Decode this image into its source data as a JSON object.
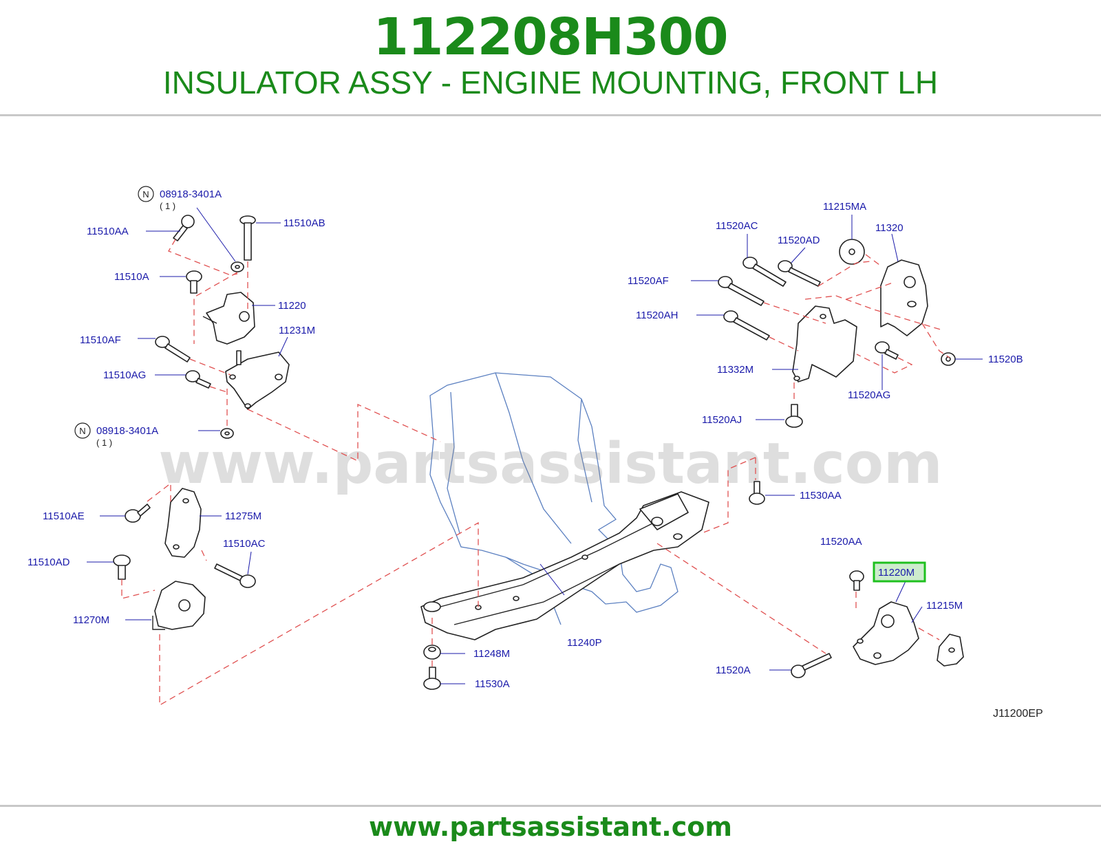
{
  "header": {
    "part_number": "112208H300",
    "part_name": "INSULATOR ASSY - ENGINE MOUNTING, FRONT LH"
  },
  "diagram": {
    "code": "J11200EP",
    "watermark": "www.partsassistant.com",
    "note_symbol": "N",
    "callouts": {
      "c_08918_3401A_top": "08918-3401A",
      "c_qty_top": "( 1 )",
      "c_11510AA": "11510AA",
      "c_11510AB": "11510AB",
      "c_11510A": "11510A",
      "c_11220": "11220",
      "c_11231M": "11231M",
      "c_11510AF": "11510AF",
      "c_11510AG": "11510AG",
      "c_08918_3401A_bottom": "08918-3401A",
      "c_qty_bottom": "( 1 )",
      "c_11510AE": "11510AE",
      "c_11275M": "11275M",
      "c_11510AC": "11510AC",
      "c_11510AD": "11510AD",
      "c_11270M": "11270M",
      "c_11215MA": "11215MA",
      "c_11320": "11320",
      "c_11520AC": "11520AC",
      "c_11520AD": "11520AD",
      "c_11520AF": "11520AF",
      "c_11520AH": "11520AH",
      "c_11332M": "11332M",
      "c_11520B": "11520B",
      "c_11520AG": "11520AG",
      "c_11520AJ": "11520AJ",
      "c_11530AA": "11530AA",
      "c_11520AA": "11520AA",
      "c_11220M": "11220M",
      "c_11215M": "11215M",
      "c_11240P": "11240P",
      "c_11248M": "11248M",
      "c_11530A": "11530A",
      "c_11520A": "11520A"
    }
  },
  "footer": {
    "url": "www.partsassistant.com"
  },
  "colors": {
    "brand_green": "#1a8a1a",
    "callout_blue": "#1a1aaa",
    "dashed_red": "#e05050",
    "engine_outline_blue": "#5a7fc0",
    "highlight_box_green": "#1fc01f",
    "highlight_fill": "#cdeccd"
  },
  "highlighted_part": "11220M"
}
